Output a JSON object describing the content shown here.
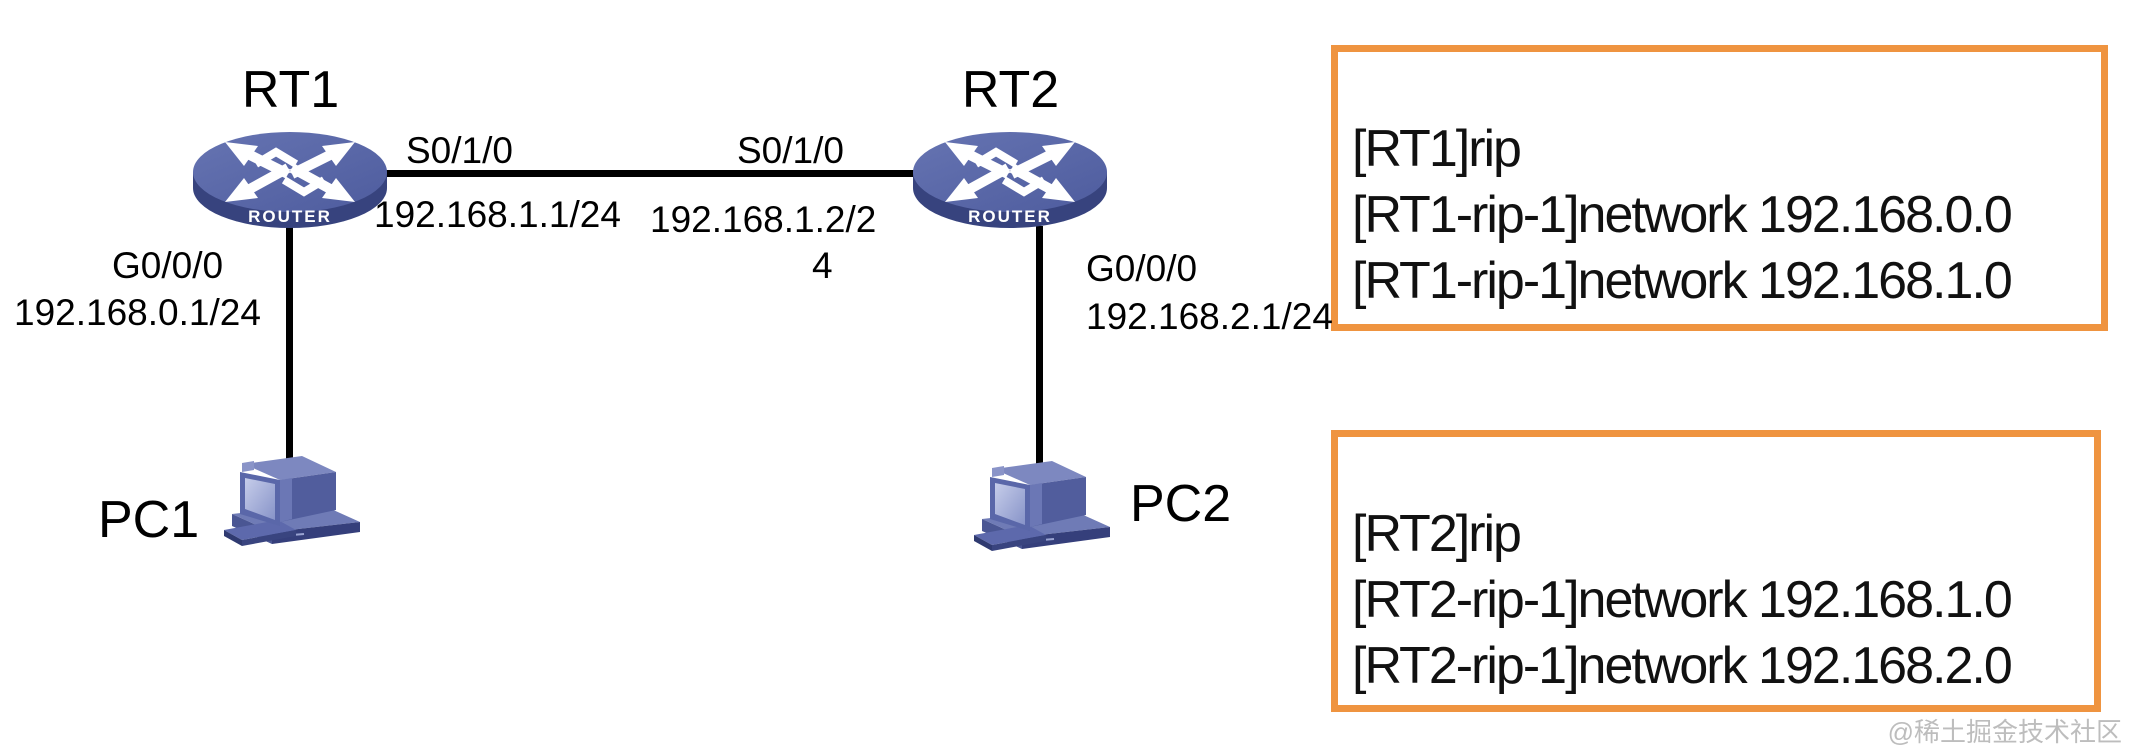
{
  "devices": {
    "rt1": {
      "name": "RT1"
    },
    "rt2": {
      "name": "RT2"
    },
    "pc1": {
      "name": "PC1"
    },
    "pc2": {
      "name": "PC2"
    },
    "router_caption": "ROUTER"
  },
  "interfaces": {
    "rt1_serial": {
      "port": "S0/1/0",
      "ip": "192.168.1.1/24"
    },
    "rt2_serial": {
      "port": "S0/1/0",
      "ip_line1": "192.168.1.2/2",
      "ip_line2": "4",
      "ip_full": "192.168.1.2/24"
    },
    "rt1_lan": {
      "port": "G0/0/0",
      "ip": "192.168.0.1/24"
    },
    "rt2_lan": {
      "port": "G0/0/0",
      "ip": "192.168.2.1/24"
    }
  },
  "config_boxes": [
    {
      "device": "RT1",
      "lines": [
        "[RT1]rip",
        "[RT1-rip-1]network 192.168.0.0",
        "[RT1-rip-1]network 192.168.1.0"
      ]
    },
    {
      "device": "RT2",
      "lines": [
        "[RT2]rip",
        "[RT2-rip-1]network 192.168.1.0",
        "[RT2-rip-1]network 192.168.2.0"
      ]
    }
  ],
  "watermark": "@稀土掘金技术社区",
  "colors": {
    "accent_orange": "#EF9440",
    "device_blue": "#5B69A9",
    "device_blue_dark": "#3A457F",
    "line_black": "#000000",
    "watermark_gray": "#BDBDBD"
  }
}
